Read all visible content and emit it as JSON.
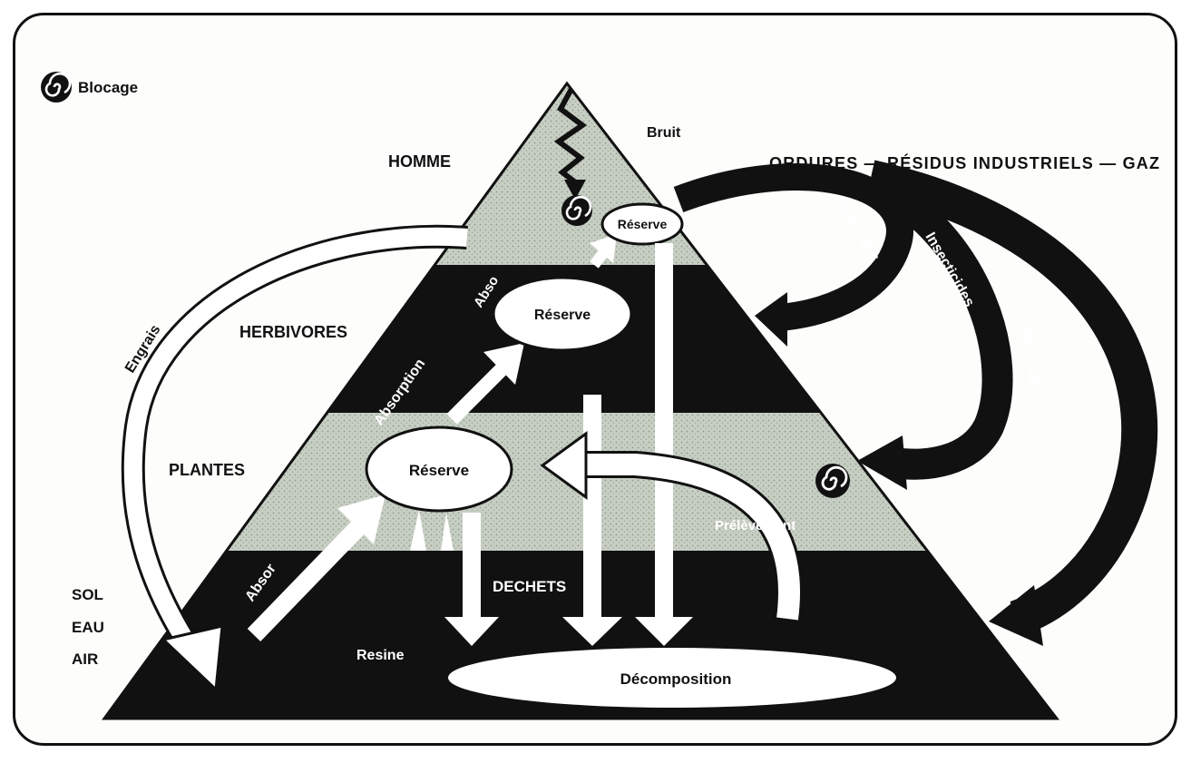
{
  "legend": {
    "icon": "spiral-icon",
    "label": "Blocage"
  },
  "levels": {
    "homme": "HOMME",
    "herbivores": "HERBIVORES",
    "plantes": "PLANTES",
    "dechets": "DECHETS"
  },
  "environment": {
    "sol": "SOL",
    "eau": "EAU",
    "air": "AIR"
  },
  "labels": {
    "bruit": "Bruit",
    "engrais": "Engrais",
    "absorption_top": "Abso",
    "absorption_mid": "Absorption",
    "absorption_low": "Absor",
    "reserve_homme": "Réserve",
    "reserve_herbivores": "Réserve",
    "reserve_plantes": "Réserve",
    "resine": "Resine",
    "decomposition": "Décomposition",
    "prelevement": "Prélèvement"
  },
  "pollution": {
    "banner": "ORDURES — RÉSIDUS INDUSTRIELS — GAZ",
    "pesticides": "Pesticides",
    "insecticides": "Insecticides",
    "herbicides": "Herbicides"
  },
  "colors": {
    "ink": "#111111",
    "stipple": "#c9cfc4",
    "paper": "#fdfdfb"
  }
}
